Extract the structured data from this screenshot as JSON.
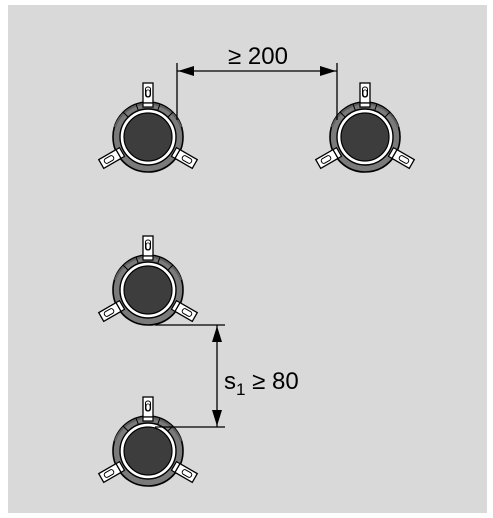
{
  "diagram": {
    "background_color": "#d9d9d9",
    "outer_ring_color": "#7a7a7a",
    "core_color": "#3d3d3d",
    "mount_label": "0",
    "horizontal_spacing": {
      "prefix": "≥ ",
      "value": "200"
    },
    "vertical_spacing": {
      "symbol": "s",
      "subscript": "1",
      "relation": " ≥ ",
      "value": "80"
    }
  }
}
